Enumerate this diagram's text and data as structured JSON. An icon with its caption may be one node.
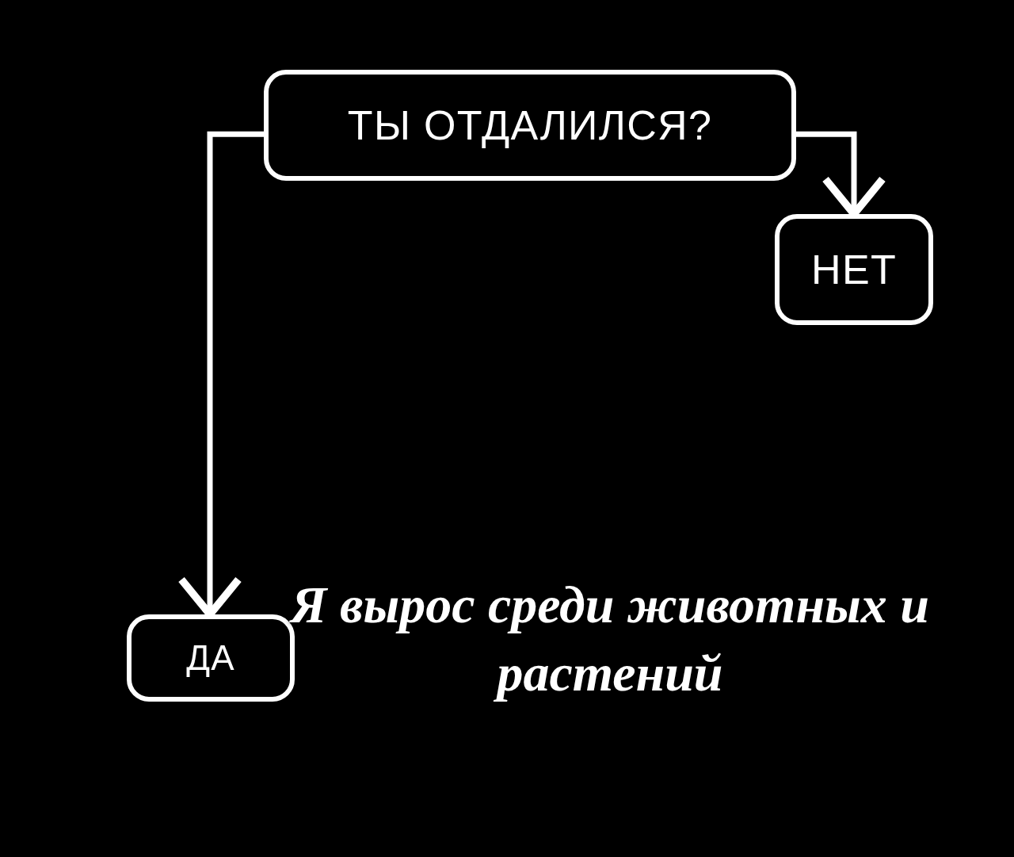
{
  "diagram": {
    "nodes": [
      {
        "text": [
          "ТЫ ОТДАЛИЛСЯ?"
        ]
      },
      {
        "text": [
          "НЕТ"
        ]
      },
      {
        "text": [
          "ДА"
        ]
      }
    ],
    "edges": [
      {
        "from": 0,
        "to": 1,
        "arrow": "to"
      },
      {
        "from": 0,
        "to": 2,
        "arrow": "to"
      }
    ],
    "labels": [
      "Я вырос среди животных и растений"
    ]
  }
}
